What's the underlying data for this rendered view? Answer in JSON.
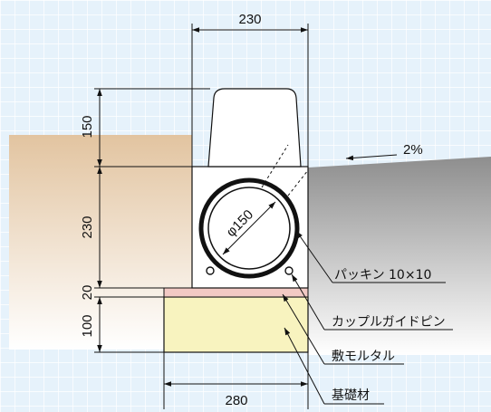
{
  "dimensions": {
    "top_width": "230",
    "bottom_width": "280",
    "cap_height": "150",
    "box_height": "230",
    "mortar_height": "20",
    "base_height": "100",
    "pipe_diameter": "φ150"
  },
  "slope": "2%",
  "labels": {
    "packing": "パッキン 10×10",
    "guide_pin": "カップルガイドピン",
    "mortar": "敷モルタル",
    "foundation": "基礎材"
  },
  "colors": {
    "background": "#e6f2fb",
    "grid": "#ffffff",
    "soil": "#e3c9a8",
    "pavement": "#9a9a9a",
    "mortar": "#f2c9c4",
    "foundation": "#f8f3bf",
    "concrete": "#ffffff",
    "line": "#111111"
  }
}
